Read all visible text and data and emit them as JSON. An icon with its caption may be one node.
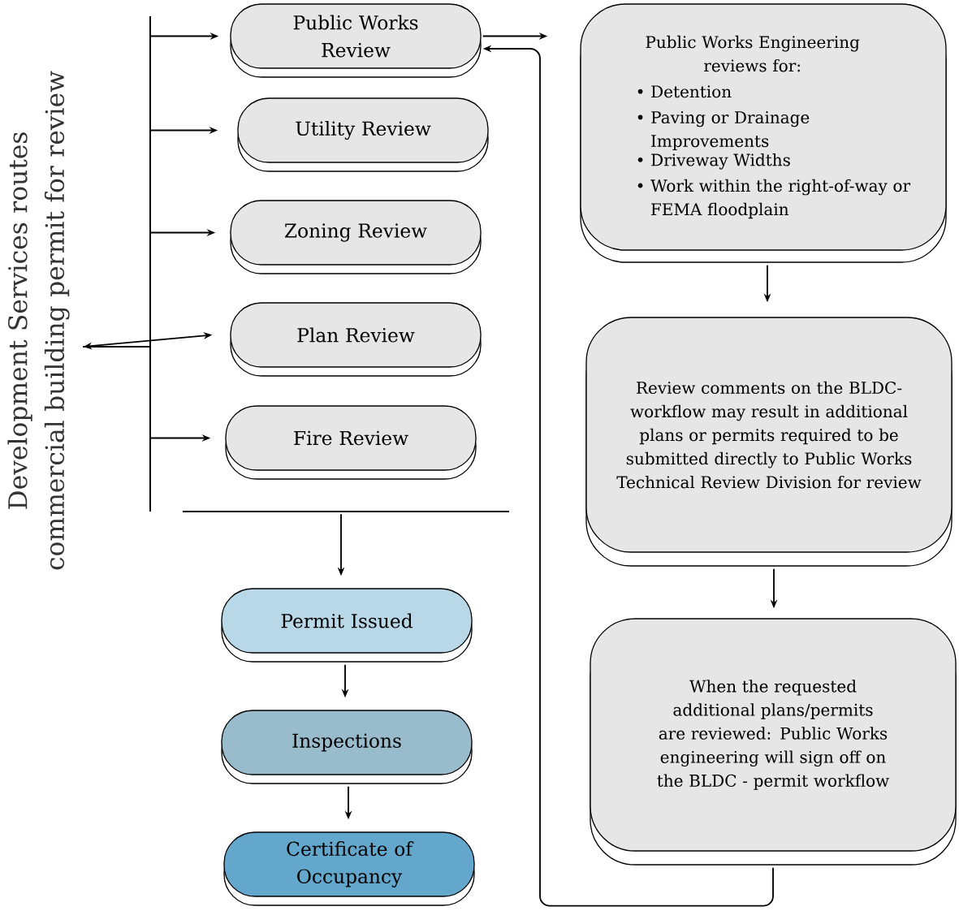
{
  "diagram": {
    "nodes": [
      {
        "text": [
          "Development Services routes commercial building permit for review"
        ]
      },
      {
        "text": [
          "Public Works Review"
        ]
      },
      {
        "text": [
          "Utility Review"
        ]
      },
      {
        "text": [
          "Zoning Review"
        ]
      },
      {
        "text": [
          "Plan Review"
        ]
      },
      {
        "text": [
          "Fire Review"
        ]
      },
      {
        "text": [],
        "shape": "bar"
      },
      {
        "text": [
          "Permit Issued"
        ]
      },
      {
        "text": [
          "Inspections"
        ]
      },
      {
        "text": [
          "Certificate of Occupancy"
        ]
      },
      {
        "text": [
          "Public Works Engineering reviews for:",
          "• Detention",
          "• Paving or Drainage Improvements",
          "• Driveway Widths",
          "• Work within the right-of-way or FEMA floodplain"
        ]
      },
      {
        "text": [
          "Review comments on the BLDC-workflow may result in additional plans or permits required to be submitted directly to Public Works Technical Review Division for review"
        ]
      },
      {
        "text": [
          "When the requested additional plans/permits are reviewed: Public Works engineering will sign off on the BLDC - permit workflow"
        ]
      }
    ],
    "edges": [
      {
        "from": 0,
        "to": 1,
        "arrow": "to"
      },
      {
        "from": 0,
        "to": 2,
        "arrow": "to"
      },
      {
        "from": 0,
        "to": 3,
        "arrow": "to"
      },
      {
        "from": 0,
        "to": 4,
        "arrow": "both"
      },
      {
        "from": 0,
        "to": 5,
        "arrow": "to"
      },
      {
        "from": 6,
        "to": 7,
        "arrow": "to"
      },
      {
        "from": 7,
        "to": 8,
        "arrow": "to"
      },
      {
        "from": 8,
        "to": 9,
        "arrow": "to"
      },
      {
        "from": 1,
        "to": 10,
        "arrow": "to"
      },
      {
        "from": 10,
        "to": 11,
        "arrow": "to"
      },
      {
        "from": 11,
        "to": 12,
        "arrow": "to"
      },
      {
        "from": 12,
        "to": 1,
        "arrow": "to"
      }
    ]
  }
}
